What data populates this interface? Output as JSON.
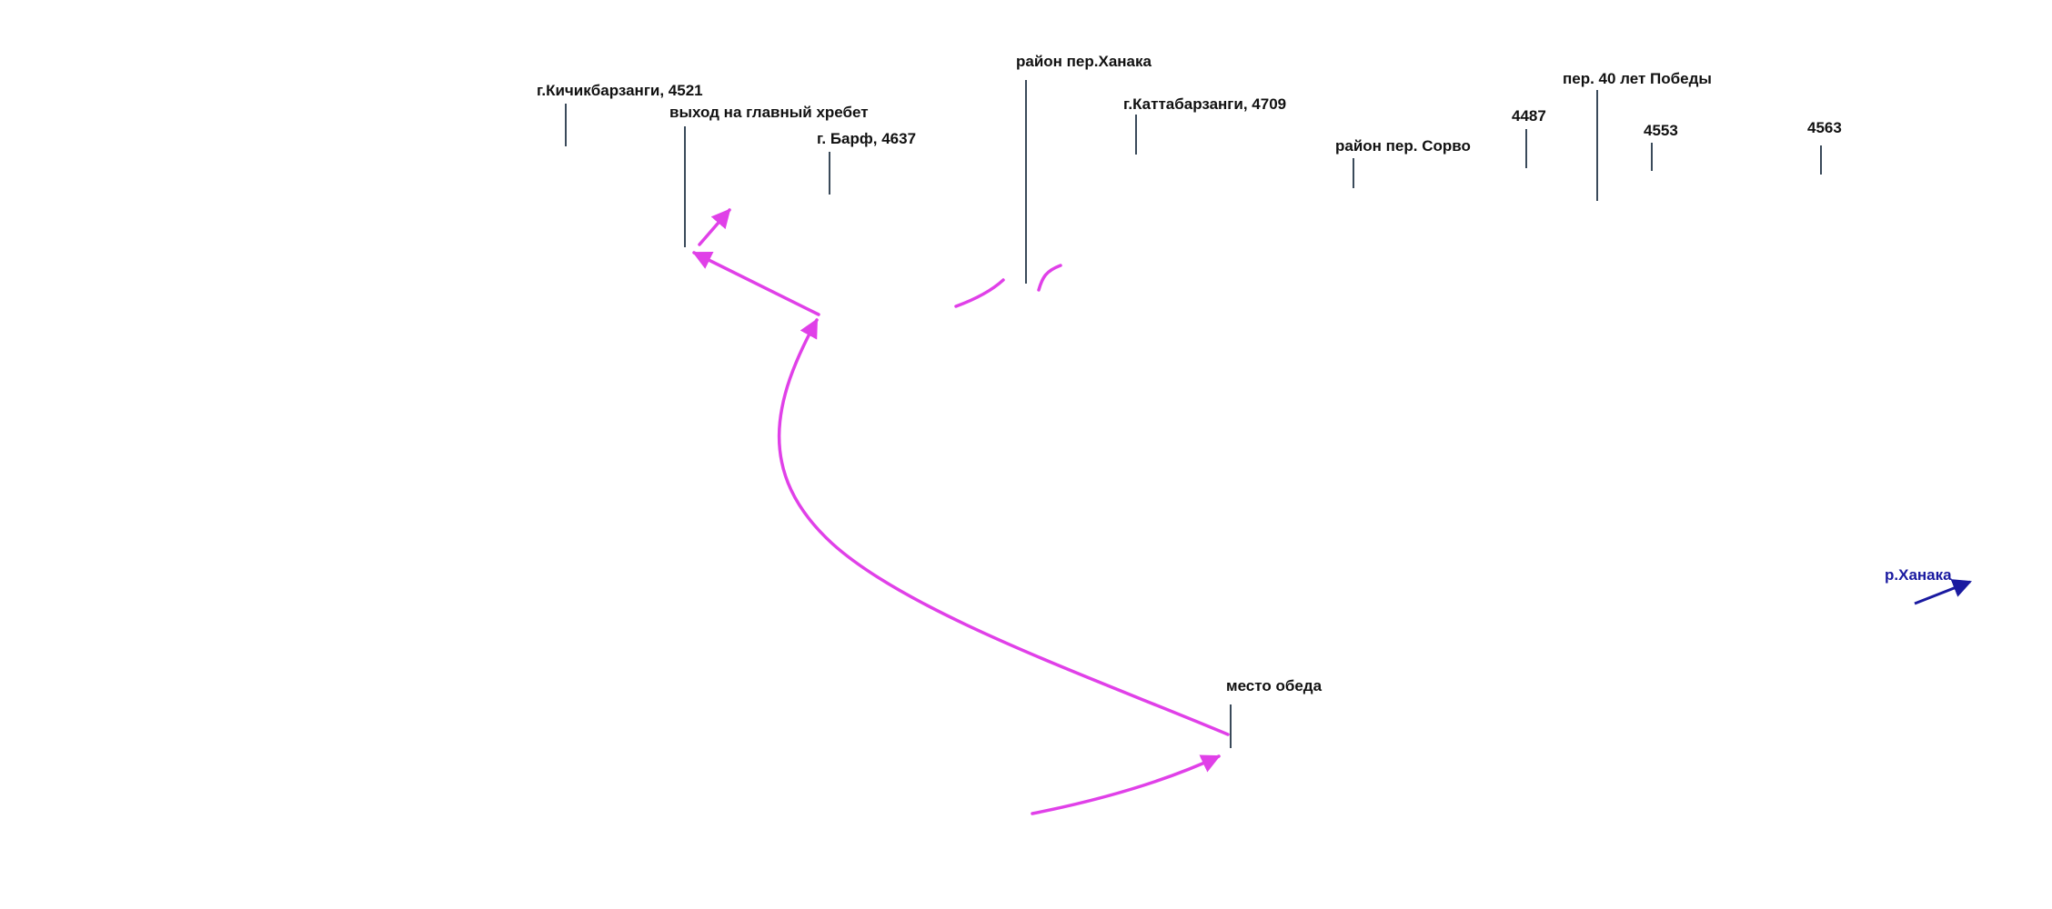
{
  "colors": {
    "route": "#e040e8",
    "river_arrow": "#1a1aa0",
    "label_text": "#111111",
    "river_label": "#1a1aa0",
    "tick": "#3a4a5a",
    "background": "#ffffff"
  },
  "labels": {
    "kichikbarzangi": "г.Кичикбарзанги, 4521",
    "exit_ridge": "выход на главный хребет",
    "barf": "г. Барф, 4637",
    "khanaka_pass": "район пер.Ханака",
    "kattabarzangi": "г.Каттабарзанги,  4709",
    "sorvo_pass": "район пер. Сорво",
    "peak_4487": "4487",
    "pobedy_pass": "пер. 40 лет Победы",
    "peak_4553": "4553",
    "peak_4563": "4563",
    "river": "р.Ханака",
    "lunch_place": "место обеда"
  }
}
